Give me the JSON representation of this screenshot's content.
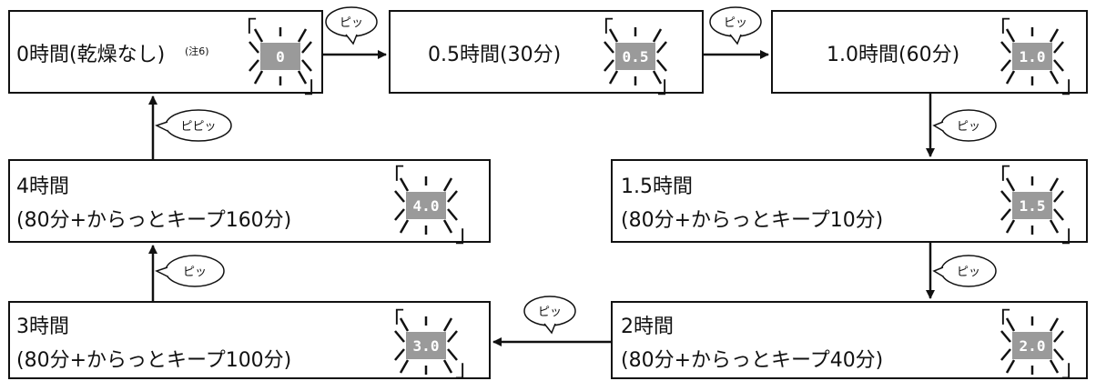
{
  "steps": [
    {
      "id": "s0",
      "line1": "0時間(乾燥なし)",
      "note": "(注6)",
      "line2": "",
      "lcd": "0"
    },
    {
      "id": "s05",
      "line1": "0.5時間(30分)",
      "line2": "",
      "lcd": "0.5"
    },
    {
      "id": "s10",
      "line1": "1.0時間(60分)",
      "line2": "",
      "lcd": "1.0"
    },
    {
      "id": "s15",
      "line1": "1.5時間",
      "line2": "(80分+からっとキープ10分)",
      "lcd": "1.5"
    },
    {
      "id": "s20",
      "line1": "2時間",
      "line2": "(80分+からっとキープ40分)",
      "lcd": "2.0"
    },
    {
      "id": "s30",
      "line1": "3時間",
      "line2": "(80分+からっとキープ100分)",
      "lcd": "3.0"
    },
    {
      "id": "s40",
      "line1": "4時間",
      "line2": "(80分+からっとキープ160分)",
      "lcd": "4.0"
    }
  ],
  "beeps": {
    "single": "ピッ",
    "double": "ピピッ"
  },
  "bracket_open": "「",
  "bracket_close": "」",
  "colors": {
    "lcd_bg": "#9a9a9a",
    "line": "#111111"
  }
}
